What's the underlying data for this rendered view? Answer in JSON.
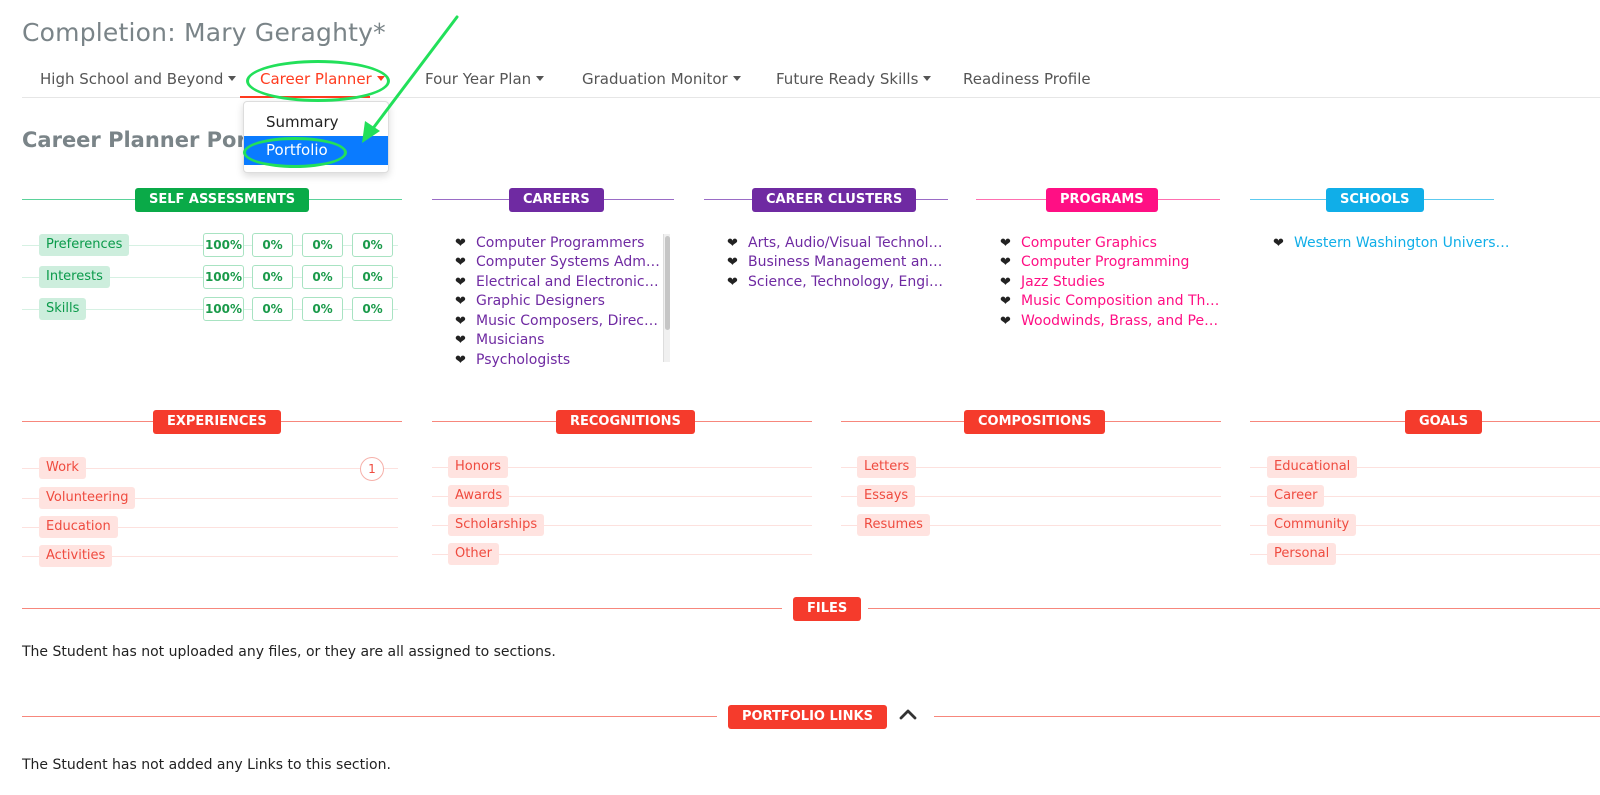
{
  "page_title": "Completion: Mary Geraghty*",
  "nav": {
    "items": [
      {
        "label": "High School and Beyond",
        "has_caret": true
      },
      {
        "label": "Career Planner",
        "has_caret": true,
        "active": true
      },
      {
        "label": "Four Year Plan",
        "has_caret": true
      },
      {
        "label": "Graduation Monitor",
        "has_caret": true
      },
      {
        "label": "Future Ready Skills",
        "has_caret": true
      },
      {
        "label": "Readiness Profile",
        "has_caret": false
      }
    ],
    "dropdown": [
      {
        "label": "Summary"
      },
      {
        "label": "Portfolio",
        "selected": true
      }
    ]
  },
  "section_title": "Career Planner Portfo",
  "self_assessments": {
    "title": "SELF ASSESSMENTS",
    "rows": [
      {
        "label": "Preferences",
        "values": [
          "100%",
          "0%",
          "0%",
          "0%"
        ]
      },
      {
        "label": "Interests",
        "values": [
          "100%",
          "0%",
          "0%",
          "0%"
        ]
      },
      {
        "label": "Skills",
        "values": [
          "100%",
          "0%",
          "0%",
          "0%"
        ]
      }
    ]
  },
  "careers": {
    "title": "CAREERS",
    "items": [
      "Computer Programmers",
      "Computer Systems Adminis...",
      "Electrical and Electronics En...",
      "Graphic Designers",
      "Music Composers, Director...",
      "Musicians",
      "Psychologists"
    ]
  },
  "career_clusters": {
    "title": "CAREER CLUSTERS",
    "items": [
      "Arts, Audio/Visual Technology...",
      "Business Management and A...",
      "Science, Technology, Enginee..."
    ]
  },
  "programs": {
    "title": "PROGRAMS",
    "items": [
      "Computer Graphics",
      "Computer Programming",
      "Jazz Studies",
      "Music Composition and Theory",
      "Woodwinds, Brass, and Percu..."
    ]
  },
  "schools": {
    "title": "SCHOOLS",
    "items": [
      "Western Washington University"
    ]
  },
  "experiences": {
    "title": "EXPERIENCES",
    "items": [
      "Work",
      "Volunteering",
      "Education",
      "Activities"
    ],
    "work_count": "1"
  },
  "recognitions": {
    "title": "RECOGNITIONS",
    "items": [
      "Honors",
      "Awards",
      "Scholarships",
      "Other"
    ]
  },
  "compositions": {
    "title": "COMPOSITIONS",
    "items": [
      "Letters",
      "Essays",
      "Resumes"
    ]
  },
  "goals": {
    "title": "GOALS",
    "items": [
      "Educational",
      "Career",
      "Community",
      "Personal"
    ]
  },
  "files": {
    "title": "FILES",
    "message": "The Student has not uploaded any files, or they are all assigned to sections."
  },
  "portfolio_links": {
    "title": "PORTFOLIO LINKS",
    "message": "The Student has not added any Links to this section."
  },
  "icons": {
    "heart": "heart-icon",
    "caret": "caret-down-icon",
    "chevron": "chevron-up-icon"
  },
  "colors": {
    "accent_red": "#ff3b1f",
    "green": "#0aaa48",
    "purple": "#6f2aa2",
    "pink": "#ff0f84",
    "cyan": "#10aee8",
    "coral": "#f53b2c",
    "annotation_green": "#22e05a",
    "selected_blue": "#0a7bff"
  }
}
